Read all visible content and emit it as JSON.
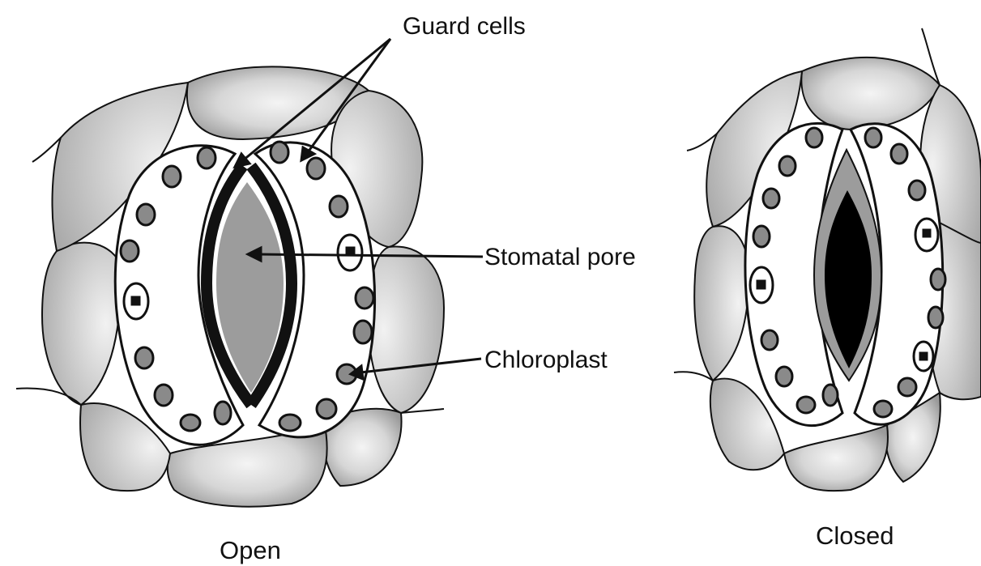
{
  "labels": {
    "guard_cells": "Guard cells",
    "stomatal_pore": "Stomatal pore",
    "chloroplast": "Chloroplast"
  },
  "captions": {
    "open": "Open",
    "closed": "Closed"
  },
  "colors": {
    "line": "#111111",
    "epidermal_fill": "#b8b8b8",
    "chloroplast_fill": "#8a8a8a",
    "pore_open_fill": "#9c9c9c",
    "pore_closed_fill": "#000000"
  }
}
